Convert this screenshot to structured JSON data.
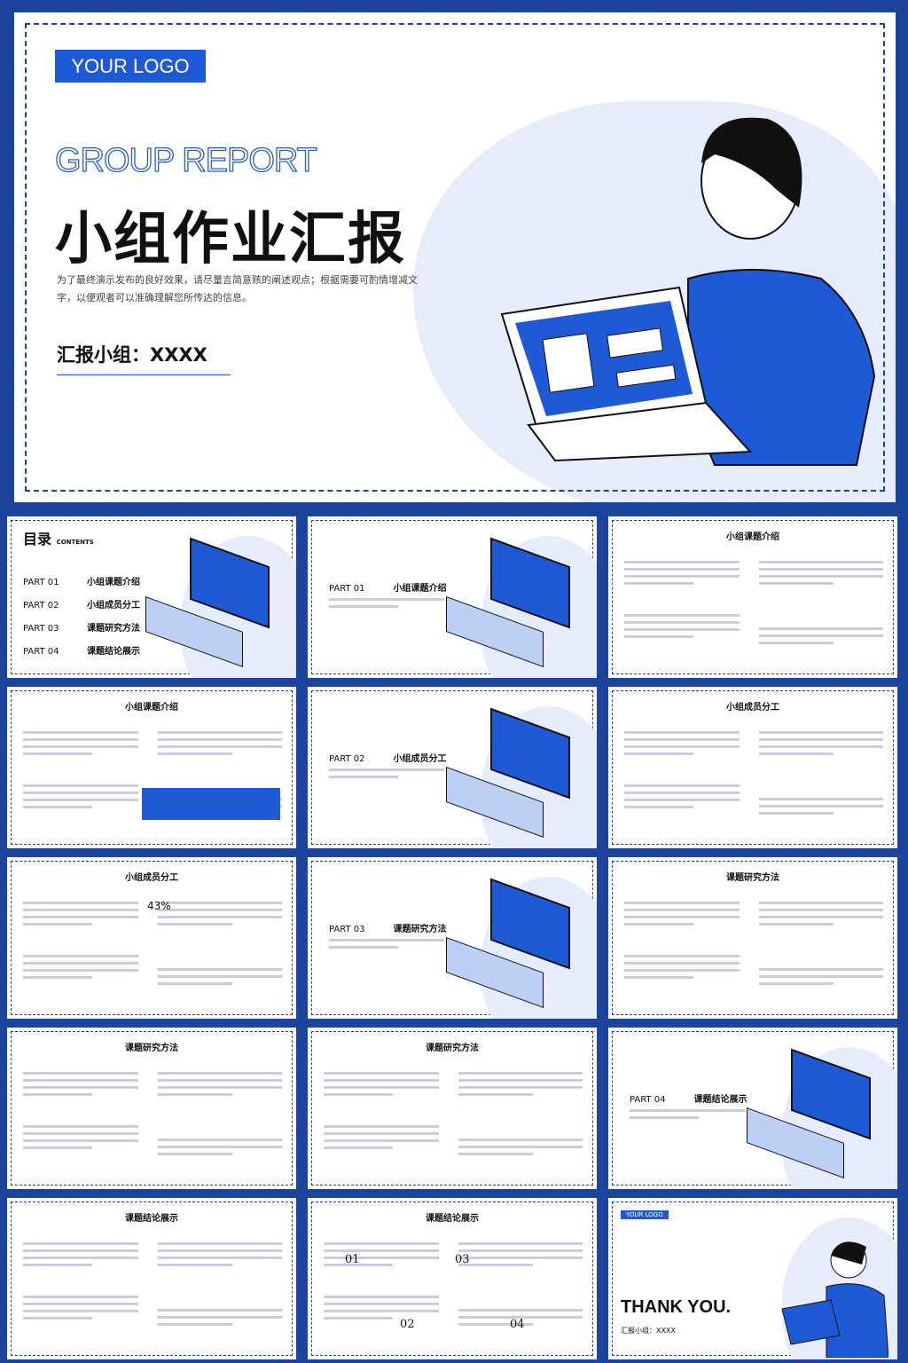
{
  "cover": {
    "logo": "YOUR LOGO",
    "subtitle": "GROUP REPORT",
    "title": "小组作业汇报",
    "description": "为了最终演示发布的良好效果，请尽量言简意赅的阐述观点；根据需要可酌情增减文字，以便观者可以准确理解您所传达的信息。",
    "group": "汇报小组：XXXX"
  },
  "toc": {
    "title": "目录",
    "sub": "CONTENTS",
    "items": [
      {
        "part": "PART 01",
        "name": "小组课题介绍"
      },
      {
        "part": "PART 02",
        "name": "小组成员分工"
      },
      {
        "part": "PART 03",
        "name": "课题研究方法"
      },
      {
        "part": "PART 04",
        "name": "课题结论展示"
      }
    ]
  },
  "slides": [
    {
      "kind": "toc"
    },
    {
      "kind": "part",
      "part": "PART 01",
      "name": "小组课题介绍"
    },
    {
      "kind": "content",
      "title": "小组课题介绍"
    },
    {
      "kind": "content",
      "title": "小组课题介绍",
      "blue": true
    },
    {
      "kind": "part",
      "part": "PART 02",
      "name": "小组成员分工"
    },
    {
      "kind": "content",
      "title": "小组成员分工"
    },
    {
      "kind": "content",
      "title": "小组成员分工",
      "pct": "43%"
    },
    {
      "kind": "part",
      "part": "PART 03",
      "name": "课题研究方法"
    },
    {
      "kind": "content",
      "title": "课题研究方法"
    },
    {
      "kind": "content",
      "title": "课题研究方法"
    },
    {
      "kind": "content",
      "title": "课题研究方法"
    },
    {
      "kind": "part",
      "part": "PART 04",
      "name": "课题结论展示"
    },
    {
      "kind": "content",
      "title": "课题结论展示"
    },
    {
      "kind": "content",
      "title": "课题结论展示",
      "nums": [
        "01",
        "02",
        "03",
        "04"
      ]
    },
    {
      "kind": "end",
      "logo": "YOUR LOGO",
      "text": "THANK YOU.",
      "group": "汇报小组：XXXX"
    }
  ]
}
